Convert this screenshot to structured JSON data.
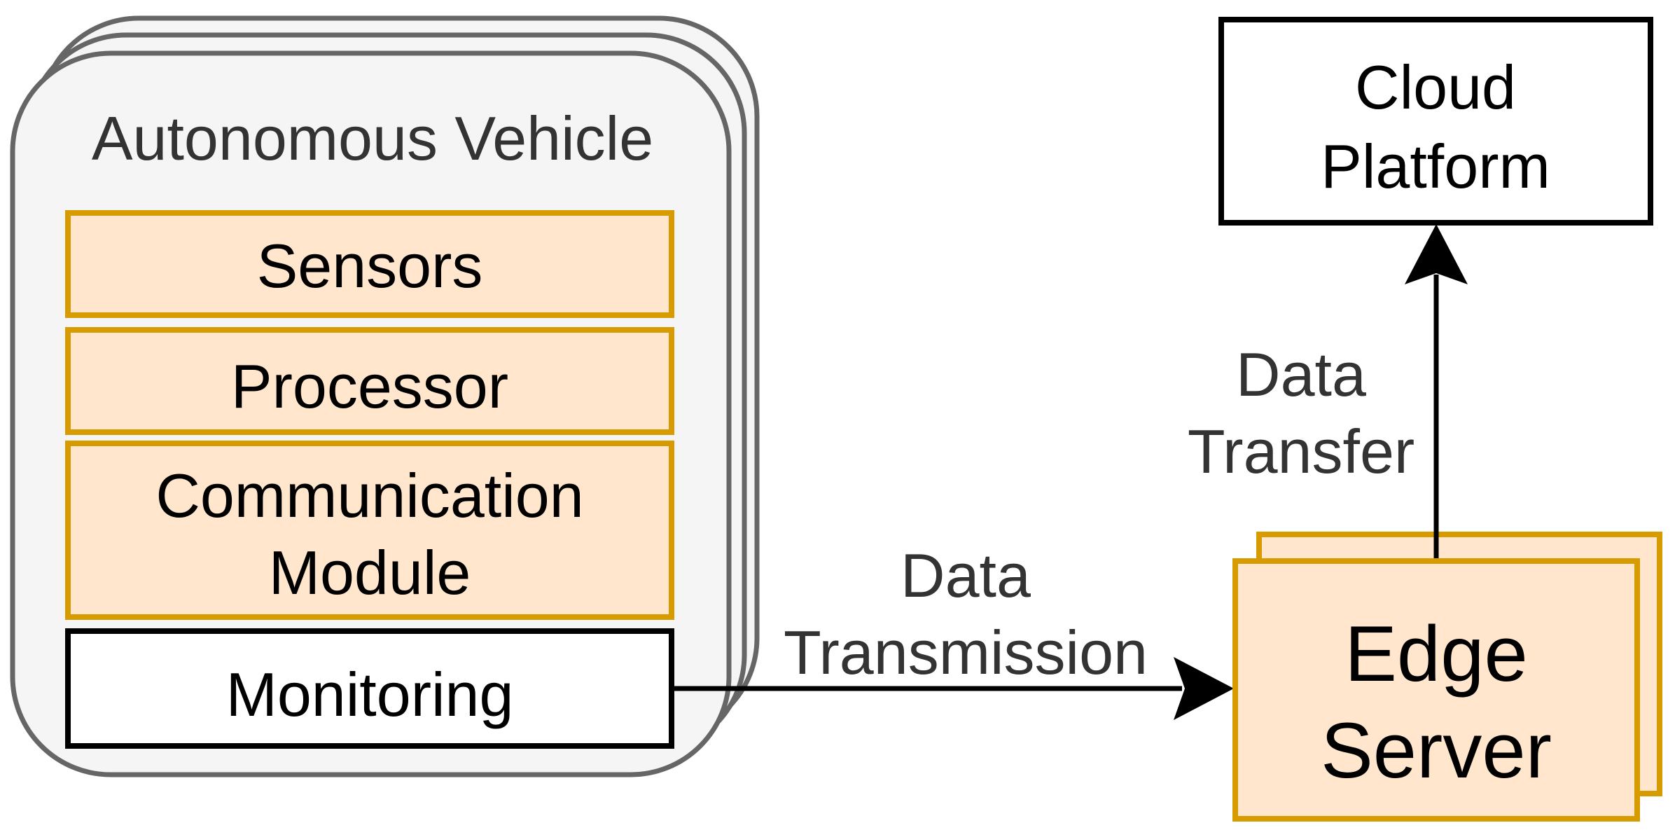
{
  "vehicle": {
    "title": "Autonomous Vehicle",
    "components": {
      "sensors": "Sensors",
      "processor": "Processor",
      "communication_line1": "Communication",
      "communication_line2": "Module",
      "monitoring": "Monitoring"
    }
  },
  "edge_server": {
    "line1": "Edge",
    "line2": "Server"
  },
  "cloud_platform": {
    "line1": "Cloud",
    "line2": "Platform"
  },
  "edges": {
    "transmission_line1": "Data",
    "transmission_line2": "Transmission",
    "transfer_line1": "Data",
    "transfer_line2": "Transfer"
  },
  "colors": {
    "component_fill": "#ffe6cc",
    "component_stroke": "#d79b00",
    "vehicle_fill": "#f5f5f5",
    "vehicle_stroke": "#666666",
    "label_gray": "#333333"
  }
}
